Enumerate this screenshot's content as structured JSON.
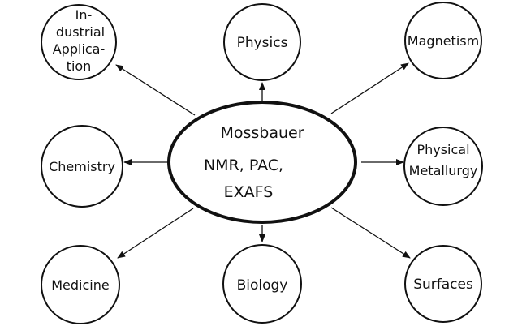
{
  "center": {
    "line1": "Mossbauer",
    "line2": "NMR, PAC,",
    "line3": "EXAFS"
  },
  "nodes": {
    "industrial": {
      "lines": [
        "In-",
        "dustrial",
        "Applica-",
        "tion"
      ]
    },
    "physics": {
      "label": "Physics"
    },
    "magnetism": {
      "label": "Magnetism"
    },
    "chemistry": {
      "label": "Chemistry"
    },
    "physical_metallurgy": {
      "lines": [
        "Physical",
        "Metallurgy"
      ]
    },
    "medicine": {
      "label": "Medicine"
    },
    "biology": {
      "label": "Biology"
    },
    "surfaces": {
      "label": "Surfaces"
    }
  },
  "colors": {
    "stroke": "#111111",
    "background": "#ffffff"
  }
}
